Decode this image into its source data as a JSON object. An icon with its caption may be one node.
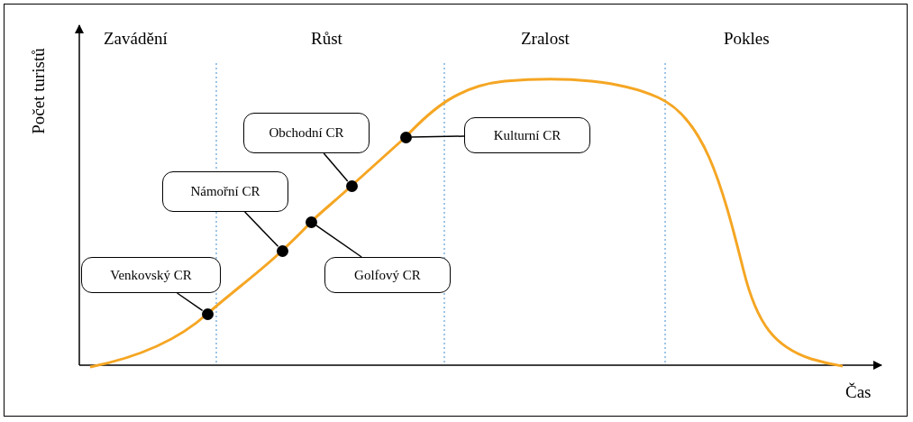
{
  "diagram": {
    "nodes": [
      {
        "text": [
          "Venkovský CR"
        ]
      },
      {
        "text": [
          "Námořní CR"
        ]
      },
      {
        "text": [
          "Obchodní CR"
        ]
      },
      {
        "text": [
          "Golfový CR"
        ]
      },
      {
        "text": [
          "Kulturní CR"
        ]
      },
      {
        "text": [],
        "shape": "circle"
      },
      {
        "text": [],
        "shape": "circle"
      },
      {
        "text": [],
        "shape": "circle"
      },
      {
        "text": [],
        "shape": "circle"
      },
      {
        "text": [],
        "shape": "circle"
      }
    ],
    "edges": [
      {
        "from": 0,
        "to": 5,
        "arrow": "none"
      },
      {
        "from": 1,
        "to": 6,
        "arrow": "none"
      },
      {
        "from": 2,
        "to": 8,
        "arrow": "none"
      },
      {
        "from": 3,
        "to": 7,
        "arrow": "none"
      },
      {
        "from": 4,
        "to": 9,
        "arrow": "none"
      }
    ],
    "labels": [
      "Zavádění",
      "Růst",
      "Zralost",
      "Pokles",
      "Počet turistů",
      "Čas"
    ]
  }
}
